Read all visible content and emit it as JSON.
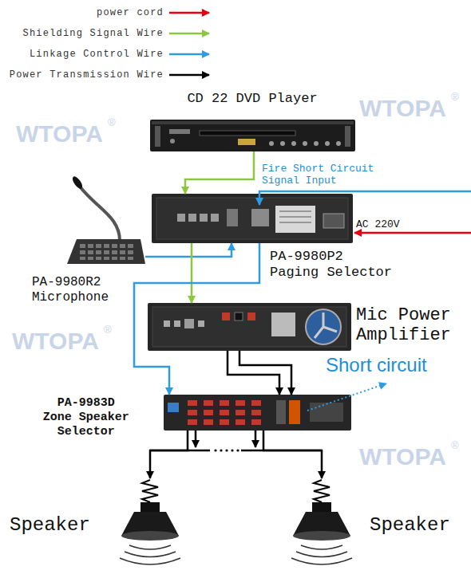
{
  "diagram": {
    "nodes": [
      {
        "text": [
          "CD 22 DVD Player"
        ]
      },
      {
        "text": [
          "PA-9980R2 Microphone"
        ]
      },
      {
        "text": [
          "PA-9980P2 Paging Selector"
        ]
      },
      {
        "text": [
          "Mic Power Amplifier"
        ]
      },
      {
        "text": [
          "PA-9983D Zone Speaker Selector"
        ]
      },
      {
        "text": [
          "Speaker"
        ]
      },
      {
        "text": [
          "Speaker"
        ]
      }
    ],
    "edges": [
      {
        "from": 0,
        "to": 2,
        "arrow": "to"
      },
      {
        "from": 1,
        "to": 2,
        "arrow": "to"
      },
      {
        "from": 2,
        "to": 3,
        "arrow": "to"
      },
      {
        "from": 2,
        "to": 4,
        "arrow": "to"
      },
      {
        "from": 3,
        "to": 4,
        "arrow": "to"
      },
      {
        "from": 3,
        "to": 4,
        "arrow": "to"
      },
      {
        "from": 4,
        "to": 5,
        "arrow": "to"
      },
      {
        "from": 4,
        "to": 6,
        "arrow": "to"
      }
    ],
    "labels": [
      "Fire Short Circuit Signal Input",
      "AC 220V",
      "Short circuit",
      "WTOPA",
      "®",
      "WTOPA",
      "®",
      "WTOPA",
      "®",
      "WTOPA",
      "®"
    ],
    "legend": [
      {
        "text": "power cord"
      },
      {
        "text": "Shielding Signal Wire"
      },
      {
        "text": "Linkage Control Wire"
      },
      {
        "text": "Power Transmission Wire"
      }
    ]
  }
}
